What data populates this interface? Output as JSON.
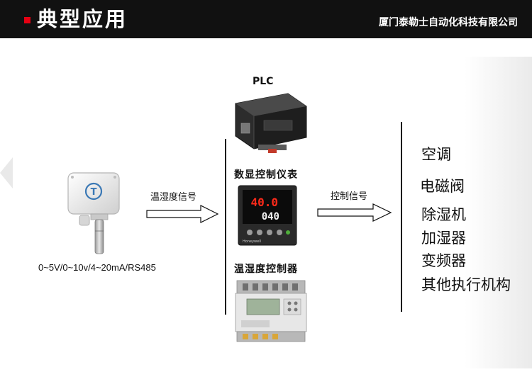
{
  "header": {
    "title": "典型应用",
    "company": "厦门泰勒士自动化科技有限公司"
  },
  "sensor": {
    "spec": "0~5V/0~10v/4~20mA/RS485",
    "logo_letter": "T"
  },
  "arrows": {
    "signal_in_label": "温湿度信号",
    "signal_out_label": "控制信号"
  },
  "devices": {
    "plc_label": "PLC",
    "panel_label": "数显控制仪表",
    "controller_label": "温湿度控制器",
    "panel_readout_top": "40.0",
    "panel_readout_bottom": "040",
    "panel_brand": "Honeywell"
  },
  "outputs": [
    "空调",
    "电磁阀",
    "除湿机",
    "加湿器",
    "变频器",
    "其他执行机构"
  ],
  "colors": {
    "header_bg": "#111111",
    "accent_red": "#e60012",
    "panel_display_red": "#ff2a1a"
  }
}
